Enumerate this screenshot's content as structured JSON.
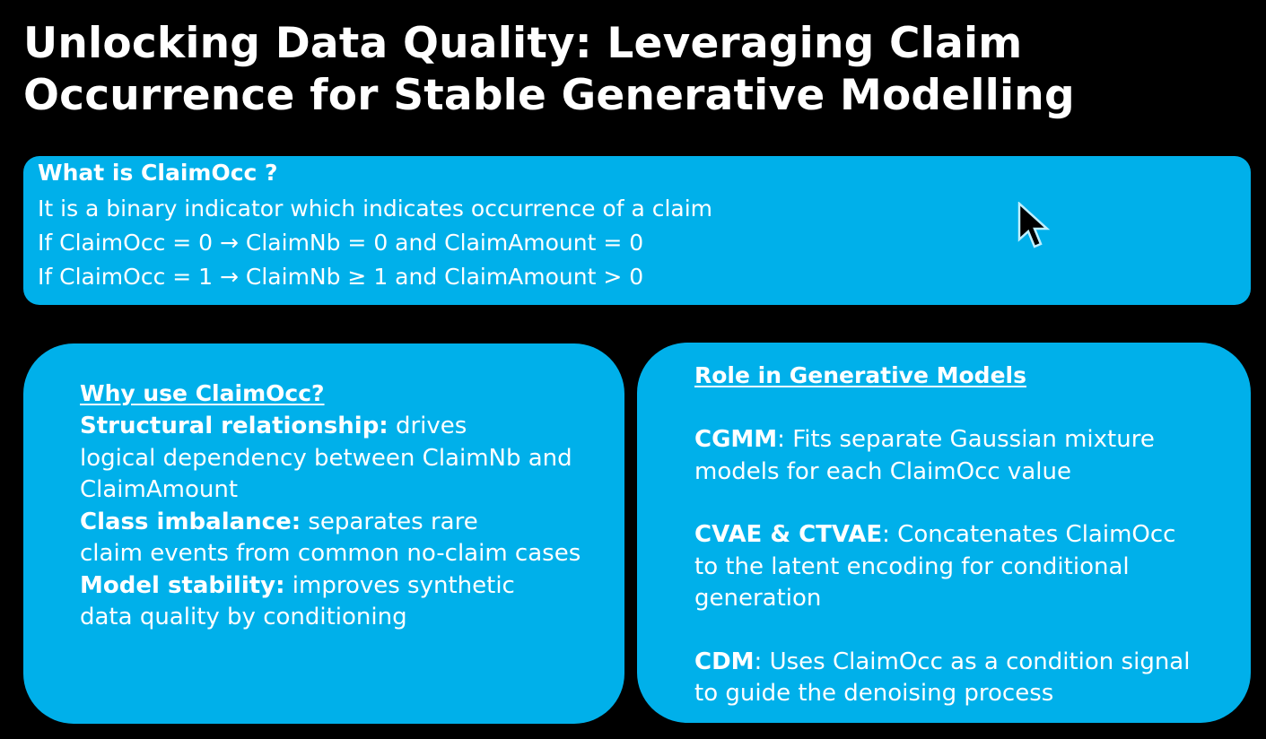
{
  "slide": {
    "title_line1": "Unlocking Data Quality: Leveraging Claim",
    "title_line2": "Occurrence for Stable Generative Modelling",
    "colors": {
      "background": "#000000",
      "box_fill": "#00b0ea",
      "text": "#ffffff"
    }
  },
  "definition_box": {
    "heading": "What is ClaimOcc ?",
    "lines": [
      "It is a binary indicator which indicates occurrence of a claim",
      "If ClaimOcc = 0 → ClaimNb = 0 and ClaimAmount = 0",
      "If ClaimOcc = 1 → ClaimNb ≥ 1 and ClaimAmount > 0"
    ]
  },
  "why_box": {
    "heading": "Why use ClaimOcc?",
    "items": [
      {
        "term": "Structural relationship:",
        "text_first": " drives",
        "text_rest": "logical dependency between ClaimNb and ClaimAmount"
      },
      {
        "term": "Class imbalance:",
        "text_first": " separates rare",
        "text_rest": "claim events from common no-claim cases"
      },
      {
        "term": "Model stability:",
        "text_first": " improves synthetic",
        "text_rest": "data quality by conditioning"
      }
    ]
  },
  "role_box": {
    "heading": "Role in Generative Models",
    "items": [
      {
        "term": "CGMM",
        "text": ": Fits separate Gaussian mixture models for each ClaimOcc value"
      },
      {
        "term": "CVAE & CTVAE",
        "text": ": Concatenates ClaimOcc to the latent encoding for conditional generation"
      },
      {
        "term": "CDM",
        "text": ": Uses ClaimOcc as a condition signal to guide the denoising process"
      }
    ]
  },
  "cursor": {
    "icon": "mouse-pointer-arrow-icon"
  }
}
